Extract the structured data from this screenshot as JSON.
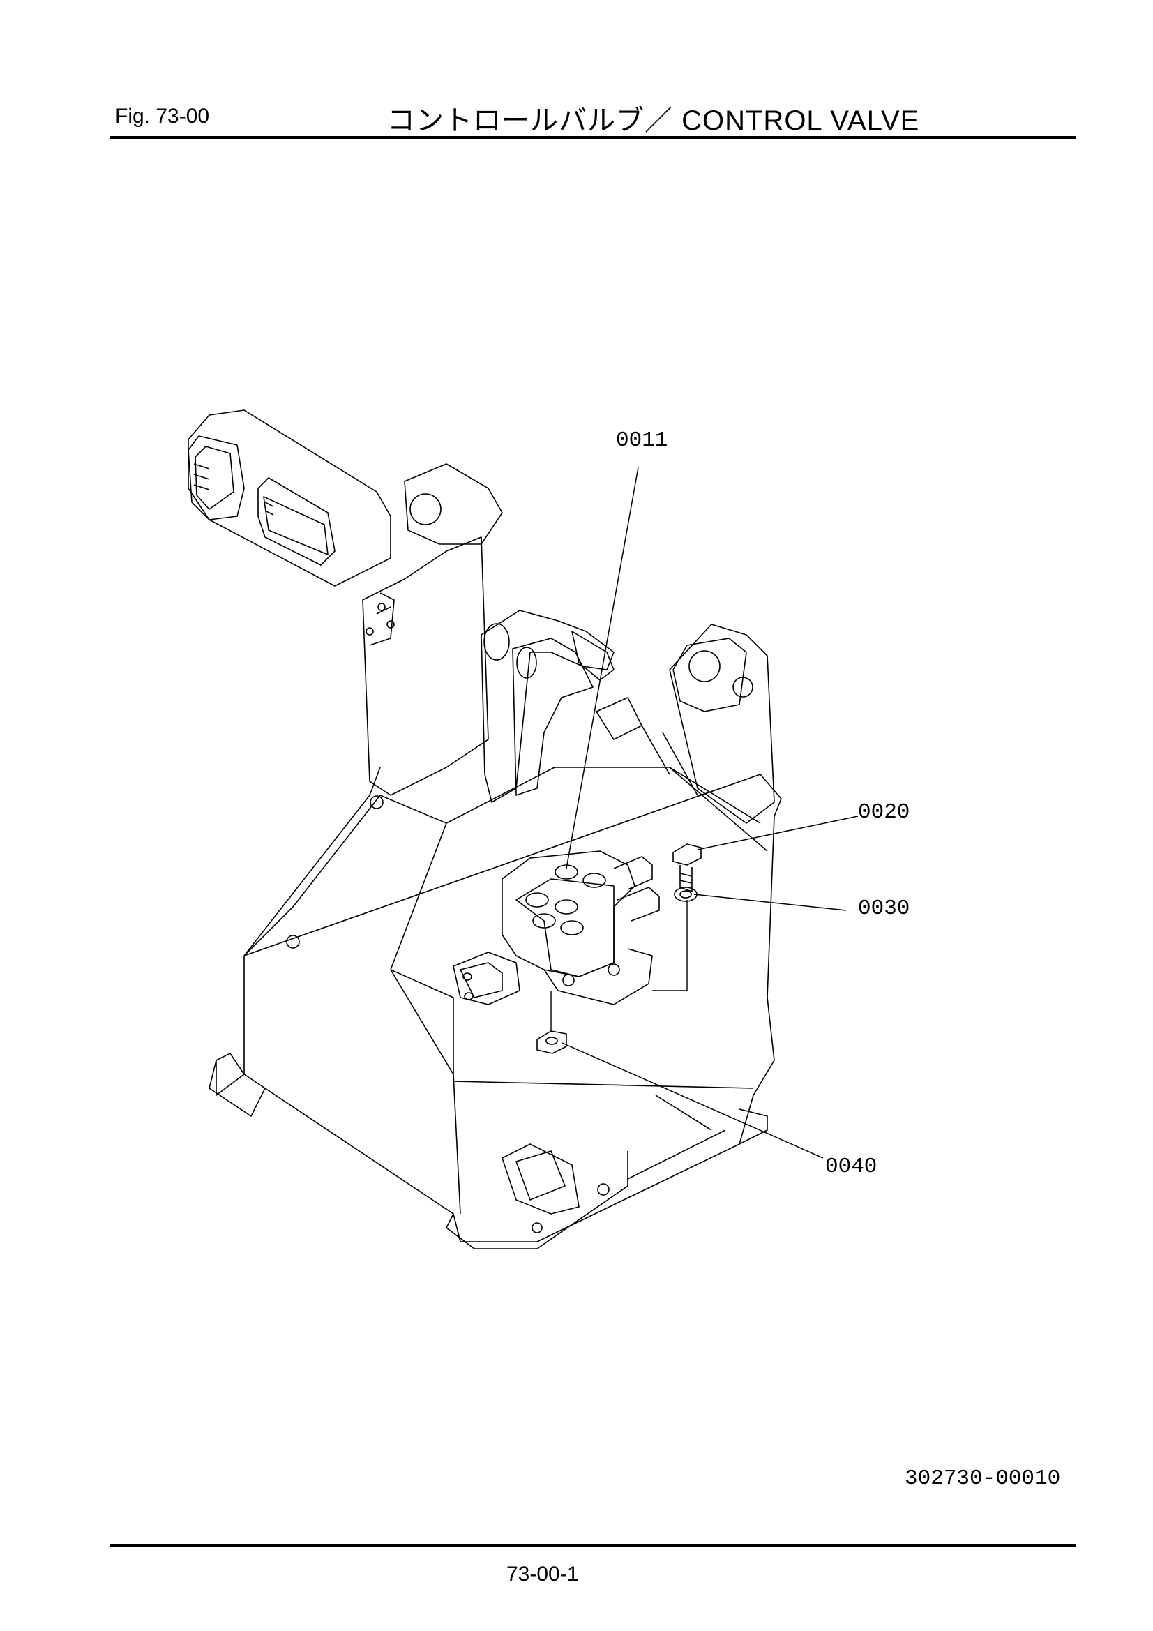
{
  "header": {
    "fig_label": "Fig.  73-00",
    "title": "コントロールバルブ／ CONTROL  VALVE"
  },
  "callouts": [
    {
      "id": "p0011",
      "label": "0011"
    },
    {
      "id": "p0020",
      "label": "0020"
    },
    {
      "id": "p0030",
      "label": "0030"
    },
    {
      "id": "p0040",
      "label": "0040"
    }
  ],
  "footer": {
    "doc_number": "302730-00010",
    "page_number": "73-00-1"
  },
  "colors": {
    "ink": "#000000",
    "paper": "#ffffff"
  }
}
